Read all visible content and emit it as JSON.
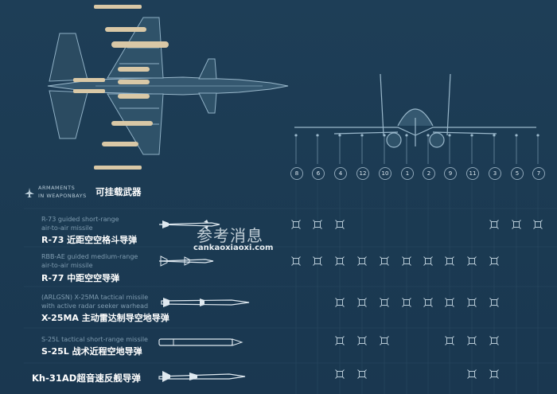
{
  "header": {
    "label_en_line1": "ARMAMENTS",
    "label_en_line2": "IN WEAPONBAYS",
    "label_cn": "可挂载武器"
  },
  "watermark": {
    "text_cn": "参考消息",
    "url": "cankaoxiaoxi.com"
  },
  "pylons": {
    "numbers": [
      "8",
      "6",
      "4",
      "12",
      "10",
      "1",
      "2",
      "9",
      "11",
      "3",
      "5",
      "7"
    ]
  },
  "weapons": [
    {
      "sub_line1": "R-73 guided short-range",
      "sub_line2": "air-to-air missile",
      "name": "R-73 近距空空格斗导弹",
      "pylons": [
        true,
        true,
        true,
        false,
        false,
        false,
        false,
        false,
        false,
        true,
        true,
        true
      ]
    },
    {
      "sub_line1": "RBB-AE  guided medium-range",
      "sub_line2": "air-to-air missile",
      "name": "R-77 中距空空导弹",
      "pylons": [
        true,
        true,
        true,
        true,
        true,
        true,
        true,
        true,
        true,
        true,
        false,
        false
      ]
    },
    {
      "sub_line1": "(ARLGSN) X-25MA tactical missile",
      "sub_line2": "with active radar seeker warhead",
      "name": "X-25MA 主动雷达制导空地导弹",
      "pylons": [
        false,
        false,
        true,
        true,
        true,
        true,
        true,
        true,
        true,
        true,
        false,
        false
      ]
    },
    {
      "sub_line1": "S-25L tactical short-range missile",
      "sub_line2": "",
      "name": "S-25L 战术近程空地导弹",
      "pylons": [
        false,
        false,
        true,
        true,
        true,
        false,
        false,
        true,
        true,
        true,
        false,
        false
      ]
    },
    {
      "sub_line1": "",
      "sub_line2": "",
      "name": "Kh-31AD超音速反舰导弹",
      "pylons": [
        false,
        false,
        true,
        true,
        false,
        false,
        false,
        false,
        true,
        true,
        false,
        false
      ]
    }
  ],
  "colors": {
    "background": "#1c3a52",
    "line": "#6f8da3",
    "missile": "#d9c8a6",
    "mark": "#b9ccd8"
  }
}
